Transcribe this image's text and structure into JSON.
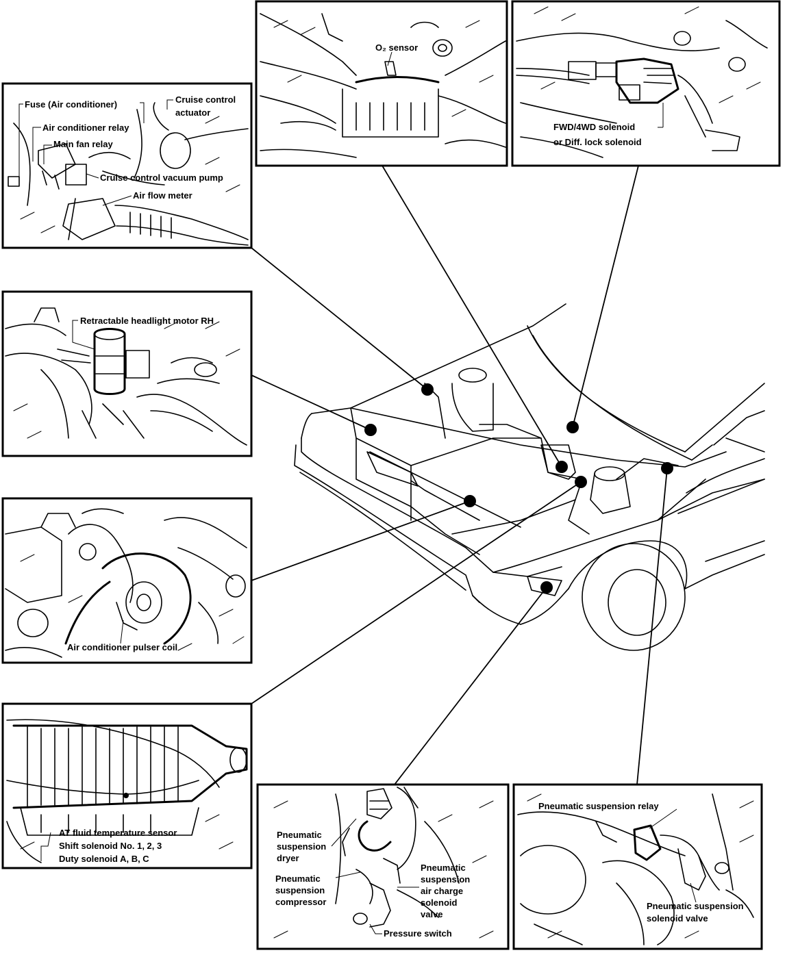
{
  "panels": {
    "o2": {
      "labels": [
        "O₂ sensor"
      ]
    },
    "fwd": {
      "labels": [
        "FWD/4WD solenoid",
        "or Diff. lock solenoid"
      ]
    },
    "engine": {
      "labels": [
        "Fuse (Air conditioner)",
        "Cruise control",
        "actuator",
        "Air conditioner relay",
        "Main fan relay",
        "Cruise control vacuum pump",
        "Air flow meter"
      ]
    },
    "headlight": {
      "labels": [
        "Retractable headlight motor RH"
      ]
    },
    "pulser": {
      "labels": [
        "Air conditioner pulser coil"
      ]
    },
    "at": {
      "labels": [
        "AT fluid temperature sensor",
        "Shift solenoid No. 1, 2, 3",
        "Duty solenoid A, B, C"
      ]
    },
    "pneu": {
      "labels": [
        "Pneumatic",
        "suspension",
        "dryer",
        "Pneumatic",
        "suspension",
        "compressor",
        "Pneumatic",
        "suspension",
        "air charge",
        "solenoid",
        "valve",
        "Pressure switch"
      ]
    },
    "relay": {
      "labels": [
        "Pneumatic suspension relay",
        "Pneumatic suspension",
        "solenoid valve"
      ]
    }
  }
}
